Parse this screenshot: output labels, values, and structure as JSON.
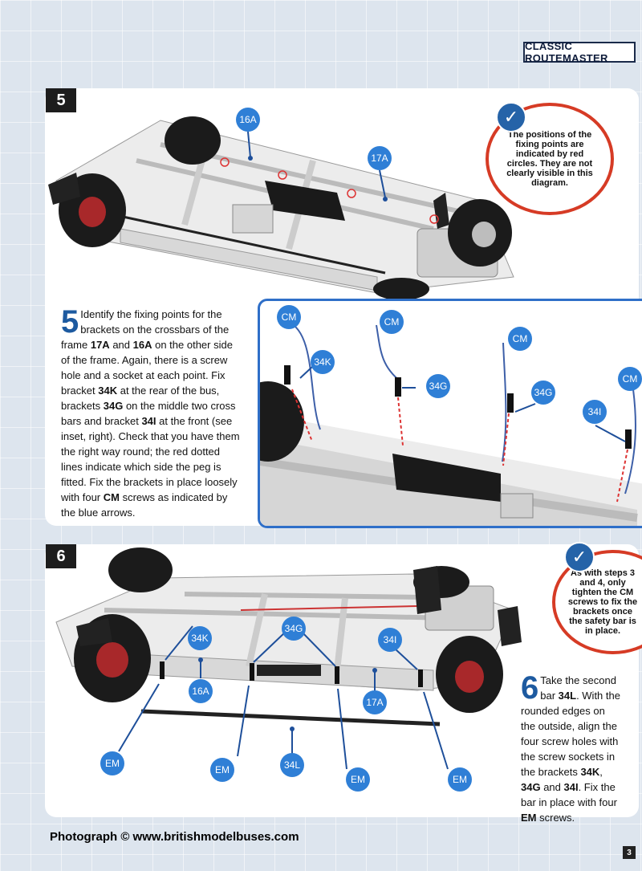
{
  "header": {
    "title": "CLASSIC ROUTEMASTER"
  },
  "step5": {
    "number": "5",
    "tip": "The positions of the fixing points are indicated by red circles. They are not clearly visible in this diagram.",
    "dropcap": "5",
    "text_html": "Identify the fixing points for the brackets on the crossbars of the frame <b>17A</b> and <b>16A</b> on the other side of the frame. Again, there is a screw hole and a socket at each point. Fix bracket <b>34K</b> at the rear of the bus, brackets <b>34G</b> on the middle two cross bars and bracket <b>34I</b> at the front (see inset, right). Check that you have them the right way round; the red dotted lines indicate which side the peg is fitted. Fix the brackets in place loosely with four <b>CM</b> screws as indicated by the blue arrows.",
    "labels": {
      "a": "16A",
      "b": "17A"
    },
    "inset_labels": [
      "CM",
      "CM",
      "CM",
      "CM",
      "34K",
      "34G",
      "34G",
      "34I"
    ]
  },
  "step6": {
    "number": "6",
    "tip": "As with steps 3 and 4, only tighten the CM screws to fix the brackets once the safety bar is in place.",
    "dropcap": "6",
    "text_html": "Take the second bar <b>34L</b>. With the rounded edges on the outside, align the four screw holes with the screw sockets in the brackets <b>34K</b>, <b>34G</b> and <b>34I</b>. Fix the bar in place with four <b>EM</b> screws.",
    "labels": [
      "34K",
      "34G",
      "34I",
      "16A",
      "17A",
      "34L",
      "EM",
      "EM",
      "EM",
      "EM"
    ]
  },
  "footer": {
    "credit": "Photograph © www.britishmodelbuses.com",
    "page": "3"
  },
  "colors": {
    "accent": "#2f7fd6",
    "tip_border": "#d63b25",
    "chassis": "#e6e6e6"
  }
}
